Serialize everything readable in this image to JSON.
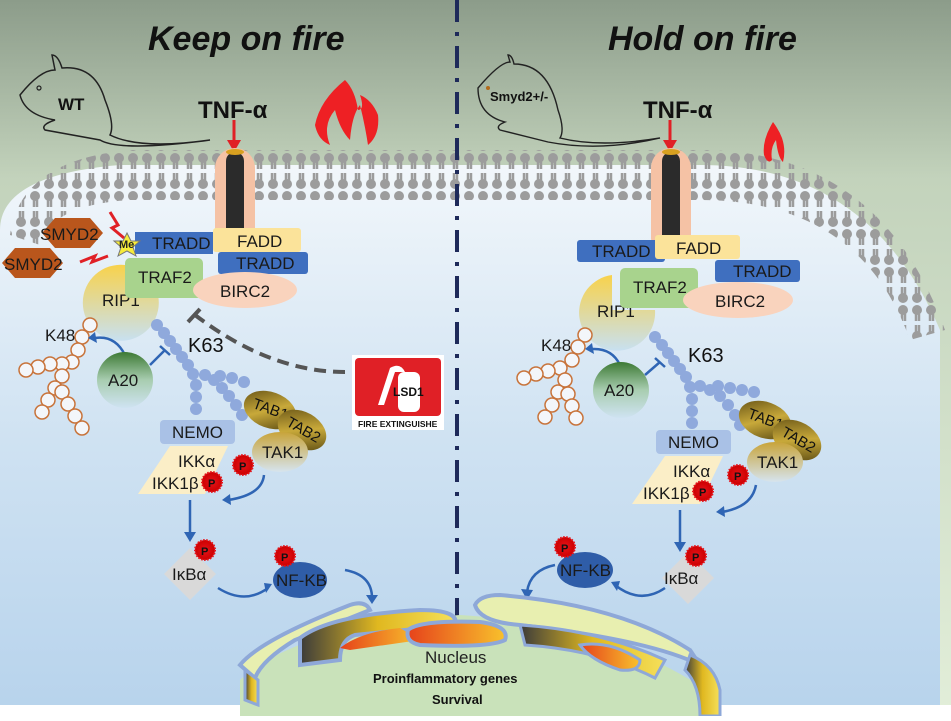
{
  "panels": [
    {
      "title": "Keep on fire",
      "mouse_label": "WT",
      "ligand": "TNF-α",
      "fire_size": "large",
      "complex": {
        "smyd2_a": "SMYD2",
        "smyd2_b": "SMYD2",
        "methyl_mark": "Me",
        "tradd_a": "TRADD",
        "fadd": "FADD",
        "tradd_b": "TRADD",
        "traf2": "TRAF2",
        "birc2": "BIRC2",
        "rip1": "RIP1"
      },
      "k48": "K48",
      "k63": "K63",
      "a20": "A20",
      "nemo": "NEMO",
      "ikka": "IKKα",
      "ikkb": "IKK1β",
      "tab1": "TAB1",
      "tab2": "TAB2",
      "tak1": "TAK1",
      "phospho": "P",
      "ikba": "IκBα",
      "nfkb": "NF-KB",
      "inhibitor": {
        "label": "LSD1",
        "caption": "FIRE EXTINGUISHE"
      }
    },
    {
      "title": "Hold on fire",
      "mouse_label": "Smyd2+/-",
      "ligand": "TNF-α",
      "fire_size": "small",
      "complex": {
        "tradd_a": "TRADD",
        "fadd": "FADD",
        "tradd_b": "TRADD",
        "traf2": "TRAF2",
        "birc2": "BIRC2",
        "rip1": "RIP1"
      },
      "k48": "K48",
      "k63": "K63",
      "a20": "A20",
      "nemo": "NEMO",
      "ikka": "IKKα",
      "ikkb": "IKK1β",
      "tab1": "TAB1",
      "tab2": "TAB2",
      "tak1": "TAK1",
      "phospho": "P",
      "ikba": "IκBα",
      "nfkb": "NF-KB"
    }
  ],
  "nucleus": {
    "label": "Nucleus",
    "line1": "Proinflammatory genes",
    "line2": "Survival"
  },
  "colors": {
    "tradd": "#3f6fbf",
    "fadd": "#fbe39a",
    "traf2": "#a8d38d",
    "birc2": "#f9d3bd",
    "smyd2": "#b9561c",
    "nfkb": "#2f5da8",
    "phospho": "#e5141b",
    "fire": "#ee2024",
    "extinguisher": "#e02026"
  }
}
